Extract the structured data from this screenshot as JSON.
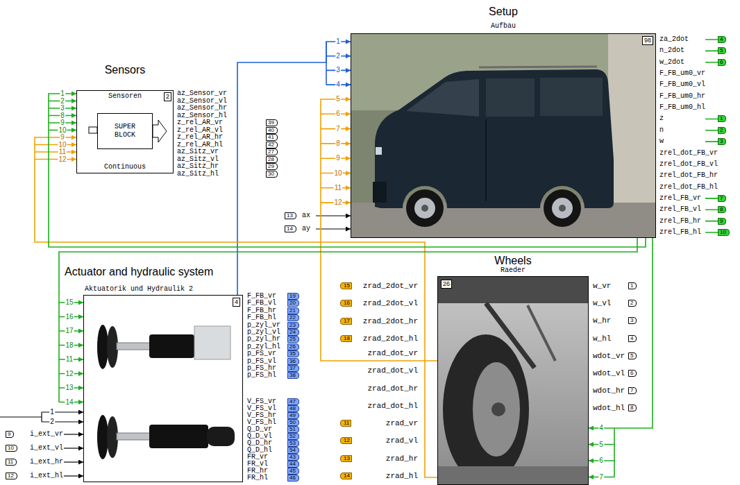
{
  "diagram": {
    "nodes": [
      {
        "text": [
          "Setup",
          "Aufbau",
          "98"
        ]
      },
      {
        "text": [
          "Sensors",
          "Sensoren",
          "2",
          "Continuous"
        ]
      },
      {
        "text": [
          "SUPER BLOCK"
        ],
        "in": 1
      },
      {
        "text": [
          "Actuator and hydraulic system",
          "Aktuatorik und Hydraulik 2",
          "4"
        ]
      },
      {
        "text": [
          "Wheels",
          "Raeder",
          "26"
        ]
      }
    ],
    "edges": [
      {
        "from": 3,
        "to": 0,
        "arrow": "to"
      },
      {
        "from": 4,
        "to": 0,
        "arrow": "to"
      },
      {
        "from": 4,
        "to": 1,
        "arrow": "to"
      },
      {
        "from": 0,
        "to": 1,
        "arrow": "to"
      },
      {
        "from": 0,
        "to": 3,
        "arrow": "to"
      },
      {
        "from": 0,
        "to": 4,
        "arrow": "to"
      }
    ],
    "labels": [
      "1",
      "2",
      "3",
      "8",
      "9",
      "10",
      "9",
      "10",
      "11",
      "12",
      "az_Sensor_vr",
      "az_Sensor_vl",
      "az_Sensor_hr",
      "az_Sensor_hl",
      "z_rel_AR_vr",
      "z_rel_AR_vl",
      "z_rel_AR_hr",
      "z_rel_AR_hl",
      "az_Sitz_vr",
      "az_Sitz_vl",
      "az_Sitz_hr",
      "az_Sitz_hl",
      "39",
      "40",
      "41",
      "42",
      "27",
      "28",
      "29",
      "30",
      "1",
      "2",
      "3",
      "4",
      "5",
      "6",
      "7",
      "8",
      "9",
      "10",
      "11",
      "12",
      "13",
      "ax",
      "14",
      "ay",
      "za_2dot",
      "n_2dot",
      "w_2dot",
      "F_FB_um0_vr",
      "F_FB_um0_vl",
      "F_FB_um0_hr",
      "F_FB_um0_hl",
      "z",
      "n",
      "w",
      "zrel_dot_FB_vr",
      "zrel_dot_FB_vl",
      "zrel_dot_FB_hr",
      "zrel_dot_FB_hl",
      "zrel_FB_vr",
      "zrel_FB_vl",
      "zrel_FB_hr",
      "zrel_FB_hl",
      "4",
      "5",
      "6",
      "1",
      "2",
      "3",
      "7",
      "8",
      "9",
      "10",
      "15",
      "16",
      "17",
      "18",
      "11",
      "12",
      "13",
      "14",
      "1",
      "2",
      "9",
      "10",
      "11",
      "12",
      "i_ext_vr",
      "i_ext_vl",
      "i_ext_hr",
      "i_ext_hl",
      "F_FB_vr",
      "F_FB_vl",
      "F_FB_hr",
      "F_FB_hl",
      "p_zyl_vr",
      "p_zyl_vl",
      "p_zyl_hr",
      "p_zyl_hl",
      "p_FS_vr",
      "p_FS_vl",
      "p_FS_hr",
      "p_FS_hl",
      "19",
      "20",
      "21",
      "22",
      "23",
      "24",
      "25",
      "26",
      "35",
      "36",
      "37",
      "38",
      "V_FS_vr",
      "V_FS_vl",
      "V_FS_hr",
      "V_FS_hl",
      "Q_D_vr",
      "Q_D_vl",
      "Q_D_hr",
      "Q_D_hl",
      "FR_vr",
      "FR_vl",
      "FR_hr",
      "FR_hl",
      "47",
      "48",
      "49",
      "50",
      "51",
      "52",
      "53",
      "54",
      "43",
      "44",
      "45",
      "46",
      "15",
      "16",
      "17",
      "18",
      "zrad_2dot_vr",
      "zrad_2dot_vl",
      "zrad_2dot_hr",
      "zrad_2dot_hl",
      "zrad_dot_vr",
      "zrad_dot_vl",
      "zrad_dot_hr",
      "zrad_dot_hl",
      "11",
      "12",
      "13",
      "14",
      "zrad_vr",
      "zrad_vl",
      "zrad_hr",
      "zrad_hl",
      "w_vr",
      "w_vl",
      "w_hr",
      "w_hl",
      "wdot_vr",
      "wdot_vl",
      "wdot_hr",
      "wdot_hl",
      "1",
      "2",
      "3",
      "4",
      "5",
      "6",
      "7",
      "8",
      "4",
      "5",
      "6",
      "7"
    ]
  }
}
